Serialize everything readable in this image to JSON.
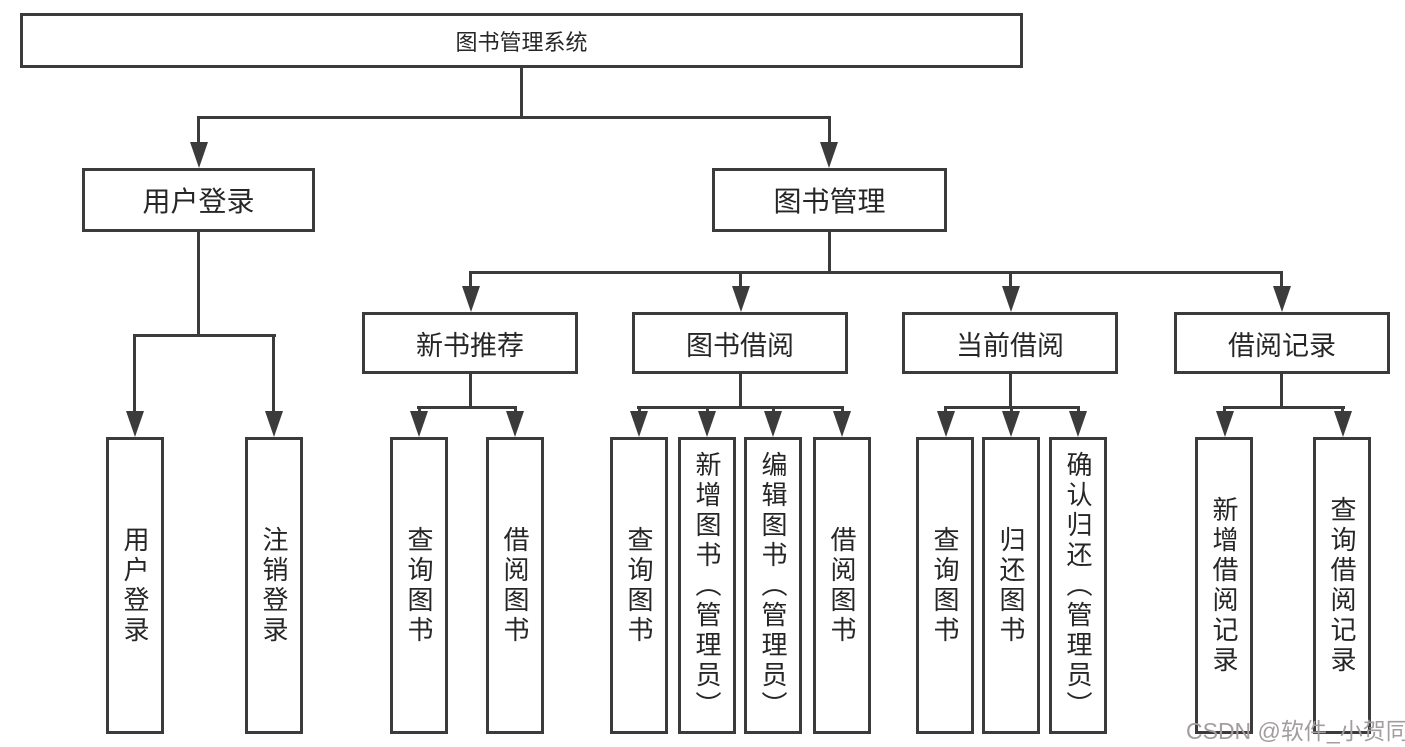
{
  "diagram": {
    "root": {
      "label": "图书管理系统"
    },
    "branches": [
      {
        "label": "用户登录",
        "children": [
          "用户登录",
          "注销登录"
        ]
      },
      {
        "label": "图书管理",
        "sections": [
          {
            "label": "新书推荐",
            "children": [
              "查询图书",
              "借阅图书"
            ]
          },
          {
            "label": "图书借阅",
            "children": [
              "查询图书",
              "新增图书（管理员）",
              "编辑图书（管理员）",
              "借阅图书"
            ]
          },
          {
            "label": "当前借阅",
            "children": [
              "查询图书",
              "归还图书",
              "确认归还（管理员）"
            ]
          },
          {
            "label": "借阅记录",
            "children": [
              "新增借阅记录",
              "查询借阅记录"
            ]
          }
        ]
      }
    ]
  },
  "watermark": {
    "text": "CSDN @软件_小贺同学"
  },
  "colors": {
    "line": "#3b3b3b",
    "text": "#262626",
    "background": "#ffffff",
    "watermark": "#a39d9d"
  }
}
